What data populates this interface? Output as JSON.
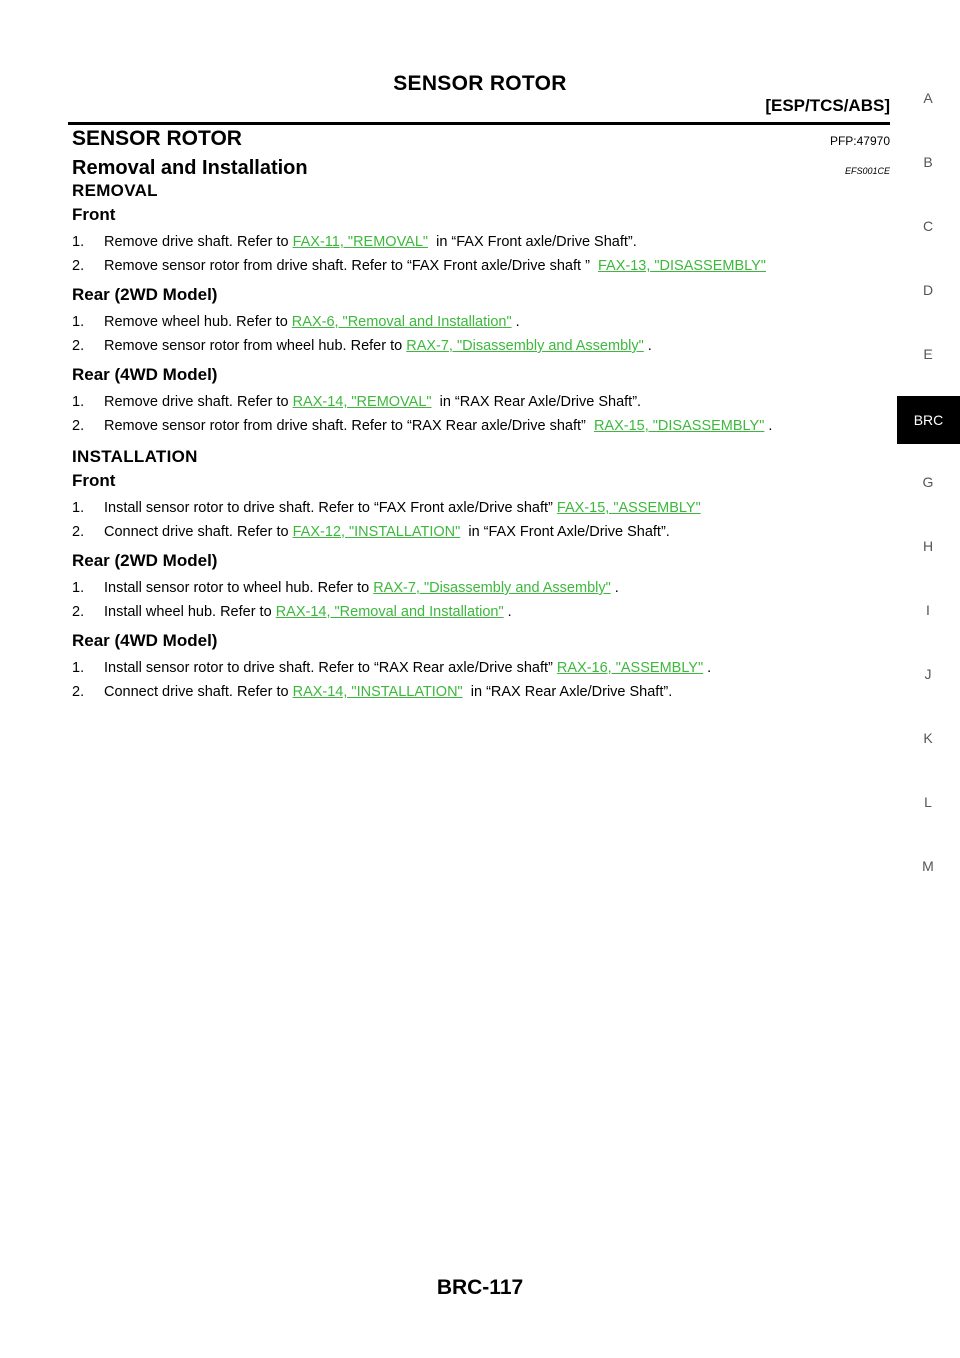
{
  "header": {
    "title": "SENSOR ROTOR",
    "subtitle": "[ESP/TCS/ABS]"
  },
  "section": {
    "title": "SENSOR ROTOR",
    "pfp": "PFP:47970",
    "sub_title": "Removal and Installation",
    "code": "EFS001CE"
  },
  "removal": {
    "heading": "REMOVAL",
    "front": {
      "heading": "Front",
      "steps": [
        {
          "num": "1.",
          "pre": "Remove drive shaft. Refer to ",
          "link": "FAX-11, \"REMOVAL\"",
          "post": "  in “FAX Front axle/Drive Shaft”."
        },
        {
          "num": "2.",
          "pre": "Remove sensor rotor from drive shaft. Refer to “FAX Front axle/Drive shaft ”  ",
          "link": "FAX-13, \"DISASSEMBLY\"",
          "post": ""
        }
      ]
    },
    "rear_2wd": {
      "heading": "Rear (2WD Model)",
      "steps": [
        {
          "num": "1.",
          "pre": "Remove wheel hub. Refer to ",
          "link": "RAX-6, \"Removal and Installation\"",
          "post": " ."
        },
        {
          "num": "2.",
          "pre": "Remove sensor rotor from wheel hub. Refer to ",
          "link": "RAX-7, \"Disassembly and Assembly\"",
          "post": " ."
        }
      ]
    },
    "rear_4wd": {
      "heading": "Rear (4WD Model)",
      "steps": [
        {
          "num": "1.",
          "pre": "Remove drive shaft. Refer to ",
          "link": "RAX-14, \"REMOVAL\"",
          "post": "  in “RAX Rear Axle/Drive Shaft”."
        },
        {
          "num": "2.",
          "pre": "Remove sensor rotor from drive shaft. Refer to “RAX Rear axle/Drive shaft”  ",
          "link": "RAX-15, \"DISASSEMBLY\"",
          "post": " ."
        }
      ]
    }
  },
  "installation": {
    "heading": "INSTALLATION",
    "front": {
      "heading": "Front",
      "steps": [
        {
          "num": "1.",
          "pre": "Install sensor rotor to drive shaft. Refer to “FAX Front axle/Drive shaft” ",
          "link": "FAX-15, \"ASSEMBLY\"",
          "post": ""
        },
        {
          "num": "2.",
          "pre": "Connect drive shaft. Refer to ",
          "link": "FAX-12, \"INSTALLATION\"",
          "post": "  in “FAX Front Axle/Drive Shaft”."
        }
      ]
    },
    "rear_2wd": {
      "heading": "Rear (2WD Model)",
      "steps": [
        {
          "num": "1.",
          "pre": "Install sensor rotor to wheel hub. Refer to ",
          "link": "RAX-7, \"Disassembly and Assembly\"",
          "post": " ."
        },
        {
          "num": "2.",
          "pre": "Install wheel hub. Refer to ",
          "link": "RAX-14, \"Removal and Installation\"",
          "post": " ."
        }
      ]
    },
    "rear_4wd": {
      "heading": "Rear (4WD Model)",
      "steps": [
        {
          "num": "1.",
          "pre": "Install sensor rotor to drive shaft. Refer to “RAX Rear axle/Drive shaft” ",
          "link": "RAX-16, \"ASSEMBLY\"",
          "post": " ."
        },
        {
          "num": "2.",
          "pre": "Connect drive shaft. Refer to ",
          "link": "RAX-14, \"INSTALLATION\"",
          "post": "  in “RAX Rear Axle/Drive Shaft”."
        }
      ]
    }
  },
  "side_index": {
    "letters": [
      "A",
      "B",
      "C",
      "D",
      "E",
      "BRC",
      "G",
      "H",
      "I",
      "J",
      "K",
      "L",
      "M"
    ],
    "active": "BRC"
  },
  "footer": {
    "page_number": "BRC-117"
  },
  "colors": {
    "link": "#3db83d",
    "side_active_bg": "#000000",
    "side_letter": "#555555"
  }
}
